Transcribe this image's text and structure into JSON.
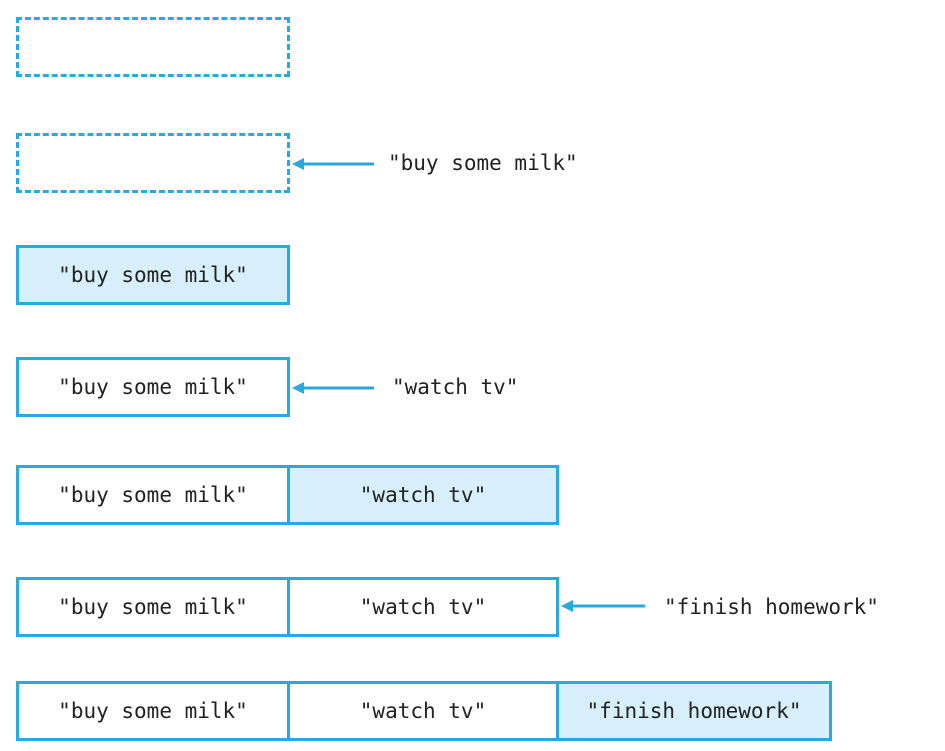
{
  "accent_color": "#29a9df",
  "fill_color": "#d6effa",
  "steps": [
    {
      "cells": [],
      "incoming": ""
    },
    {
      "cells": [],
      "incoming": "\"buy some milk\""
    },
    {
      "cells": [
        "\"buy some milk\""
      ],
      "incoming": ""
    },
    {
      "cells": [
        "\"buy some milk\""
      ],
      "incoming": "\"watch tv\""
    },
    {
      "cells": [
        "\"buy some milk\"",
        "\"watch tv\""
      ],
      "incoming": ""
    },
    {
      "cells": [
        "\"buy some milk\"",
        "\"watch tv\""
      ],
      "incoming": "\"finish homework\""
    },
    {
      "cells": [
        "\"buy some milk\"",
        "\"watch tv\"",
        "\"finish homework\""
      ],
      "incoming": ""
    }
  ]
}
